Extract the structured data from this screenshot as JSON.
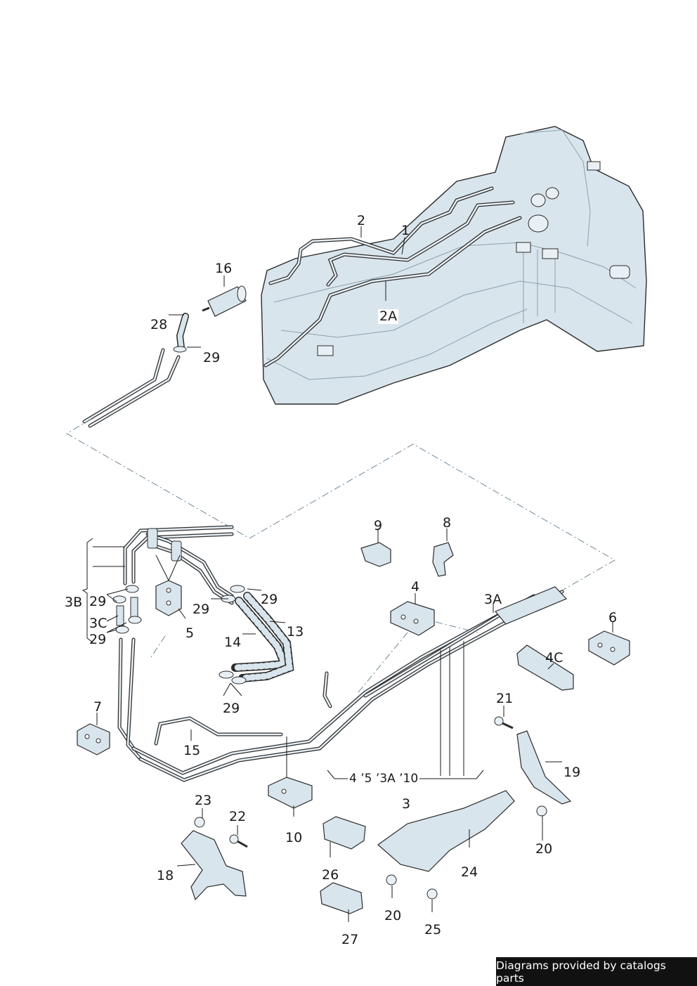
{
  "colors": {
    "part_fill": "#d9e5ec",
    "part_fill_light": "#e8f0f5",
    "outline": "#2b2b2b",
    "leader": "#1a1a1a",
    "dash": "#6f8797",
    "footer_bg": "#111111",
    "footer_text": "#ffffff"
  },
  "callouts": {
    "c1": "1",
    "c2": "2",
    "c2a": "2A",
    "c16": "16",
    "c28": "28",
    "c29_top": "29",
    "c9": "9",
    "c8": "8",
    "c4": "4",
    "c3a": "3A",
    "c6": "6",
    "c4c": "4C",
    "c3b": "3B",
    "c29_a": "29",
    "c3c": "3C",
    "c29_b": "29",
    "c29_c": "29",
    "c29_d": "29",
    "c5": "5",
    "c13": "13",
    "c14": "14",
    "c29_e": "29",
    "c7": "7",
    "c15": "15",
    "c21": "21",
    "c19": "19",
    "c20_right": "20",
    "c23": "23",
    "c22": "22",
    "c18": "18",
    "c10": "10",
    "c3": "3",
    "c26": "26",
    "c24": "24",
    "c20_mid": "20",
    "c25": "25",
    "c27": "27",
    "group_ref": "4 ’5 ’3A ’10"
  },
  "footer": {
    "text": "Diagrams provided by catalogs parts"
  }
}
